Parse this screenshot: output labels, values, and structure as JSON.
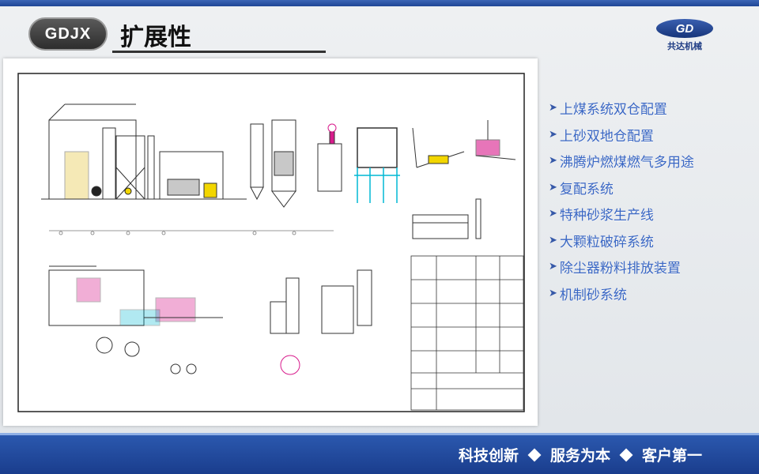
{
  "header": {
    "badge": "GDJX",
    "title": "扩展性"
  },
  "logo": {
    "mark": "GD",
    "company": "共达机械"
  },
  "features": [
    {
      "icon": "chevron-right-icon",
      "label": "上煤系统双仓配置"
    },
    {
      "icon": "chevron-right-icon",
      "label": "上砂双地仓配置"
    },
    {
      "icon": "chevron-right-icon",
      "label": "沸腾炉燃煤燃气多用途"
    },
    {
      "icon": "chevron-right-icon",
      "label": "复配系统"
    },
    {
      "icon": "chevron-right-icon",
      "label": "特种砂浆生产线"
    },
    {
      "icon": "chevron-right-icon",
      "label": "大颗粒破碎系统"
    },
    {
      "icon": "chevron-right-icon",
      "label": "除尘器粉料排放装置"
    },
    {
      "icon": "chevron-right-icon",
      "label": "机制砂系统"
    }
  ],
  "footer": {
    "slogan_1": "科技创新",
    "slogan_2": "服务为本",
    "slogan_3": "客户第一"
  },
  "colors": {
    "accent_blue": "#1f4696",
    "list_text": "#3a67c4",
    "drawing_line": "#333333",
    "drawing_cyan": "#00b8d4",
    "drawing_magenta": "#d81b8c",
    "drawing_yellow": "#f2d600"
  }
}
